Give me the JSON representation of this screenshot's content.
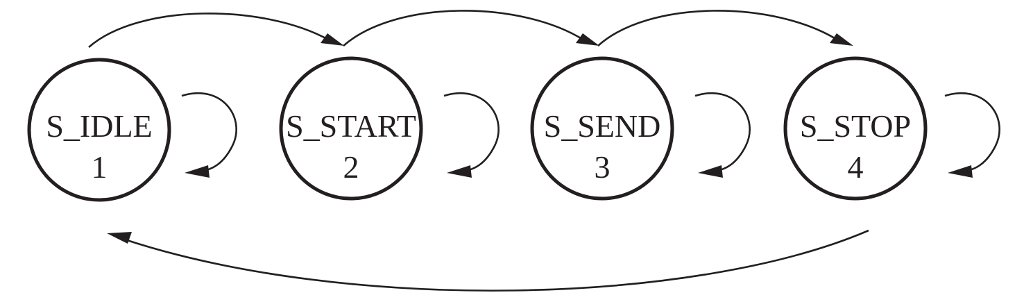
{
  "diagram": {
    "states": [
      {
        "name": "S_IDLE",
        "code": "1"
      },
      {
        "name": "S_START",
        "code": "2"
      },
      {
        "name": "S_SEND",
        "code": "3"
      },
      {
        "name": "S_STOP",
        "code": "4"
      }
    ],
    "transitions": [
      {
        "from": "S_IDLE",
        "to": "S_START"
      },
      {
        "from": "S_START",
        "to": "S_SEND"
      },
      {
        "from": "S_SEND",
        "to": "S_STOP"
      },
      {
        "from": "S_STOP",
        "to": "S_IDLE"
      },
      {
        "from": "S_IDLE",
        "to": "S_IDLE"
      },
      {
        "from": "S_START",
        "to": "S_START"
      },
      {
        "from": "S_SEND",
        "to": "S_SEND"
      },
      {
        "from": "S_STOP",
        "to": "S_STOP"
      }
    ],
    "colors": {
      "ink": "#231f20",
      "background": "#ffffff"
    }
  }
}
